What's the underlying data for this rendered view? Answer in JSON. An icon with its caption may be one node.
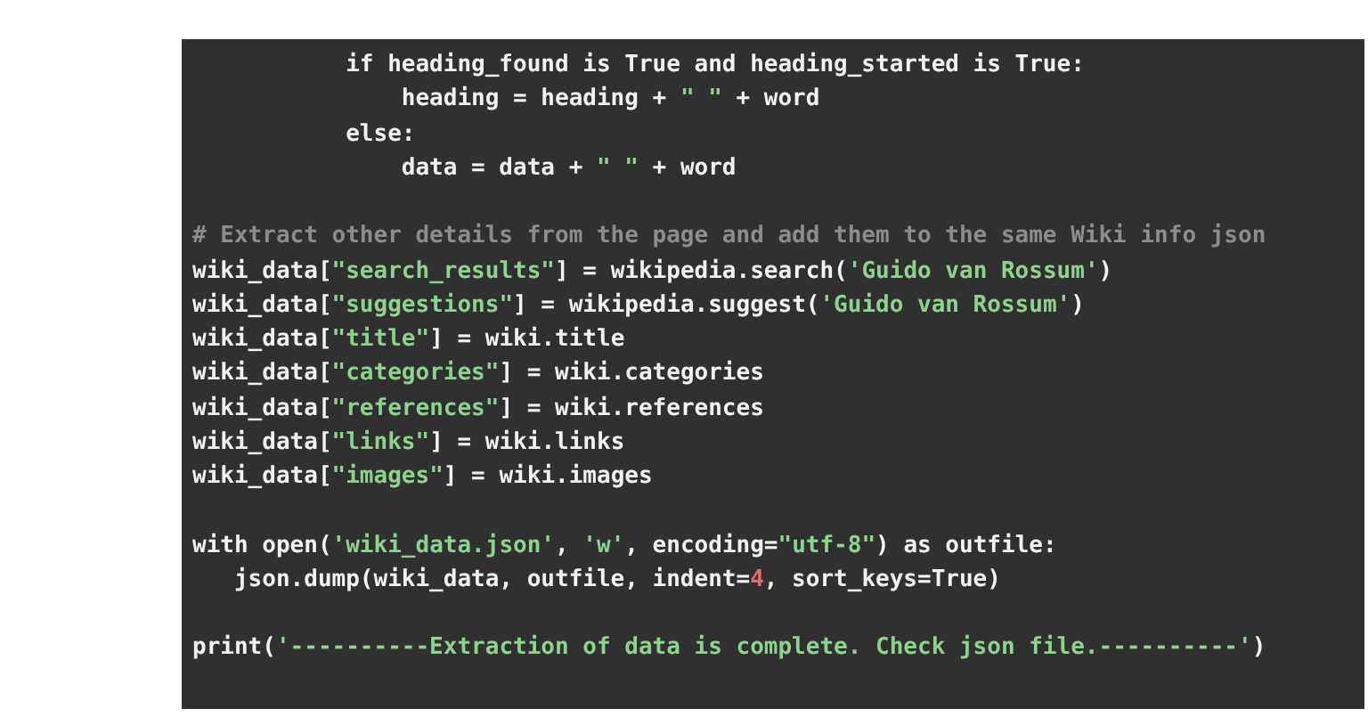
{
  "diagram": {
    "labels": [
      "           if heading_found is True and heading_started is True:",
      "               heading = heading + \" \" + word",
      "           else:",
      "               data = data + \" \" + word",
      "# Extract other details from the page and add them to the same Wiki info json",
      "wiki_data[\"search_results\"] = wikipedia.search('Guido van Rossum')",
      "wiki_data[\"suggestions\"] = wikipedia.suggest('Guido van Rossum')",
      "wiki_data[\"title\"] = wiki.title",
      "wiki_data[\"categories\"] = wiki.categories",
      "wiki_data[\"references\"] = wiki.references",
      "wiki_data[\"links\"] = wiki.links",
      "wiki_data[\"images\"] = wiki.images",
      "with open('wiki_data.json', 'w', encoding=\"utf-8\") as outfile:",
      "   json.dump(wiki_data, outfile, indent=4, sort_keys=True)",
      "print('----------Extraction of data is complete. Check json file.----------')"
    ]
  }
}
